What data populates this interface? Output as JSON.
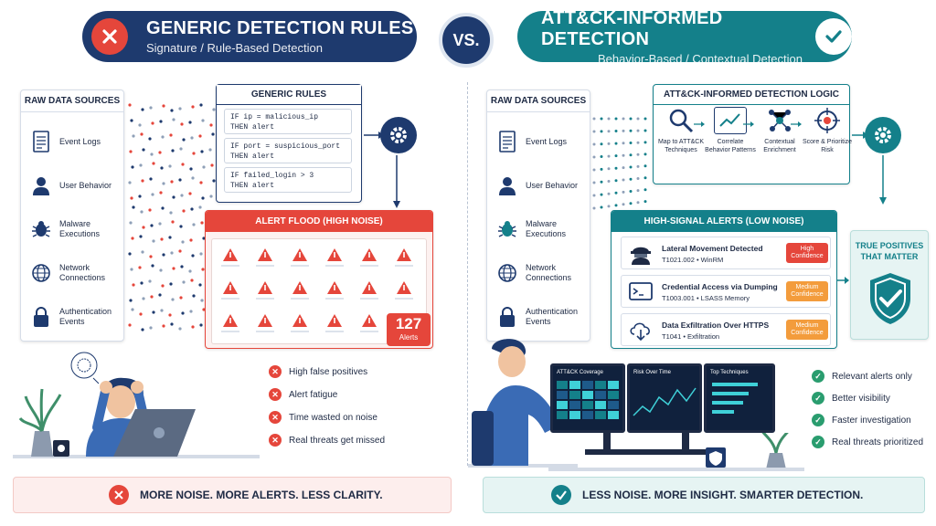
{
  "left": {
    "title": "GENERIC DETECTION RULES",
    "subtitle": "Signature / Rule-Based Detection",
    "sources_title": "RAW DATA SOURCES",
    "sources": [
      "Event Logs",
      "User Behavior",
      "Malware Executions",
      "Network Connections",
      "Authentication Events"
    ],
    "rules_title": "GENERIC RULES",
    "rules": [
      [
        "IF ip = malicious_ip",
        "THEN alert"
      ],
      [
        "IF port = suspicious_port",
        "THEN alert"
      ],
      [
        "IF failed_login > 3",
        "THEN alert"
      ]
    ],
    "flood_title": "ALERT FLOOD (HIGH NOISE)",
    "alert_count": "127",
    "alert_count_label": "Alerts",
    "problems": [
      "High false positives",
      "Alert fatigue",
      "Time wasted on noise",
      "Real threats get missed"
    ],
    "footer": "MORE NOISE. MORE ALERTS. LESS CLARITY."
  },
  "vs": "VS.",
  "right": {
    "title": "ATT&CK-INFORMED DETECTION",
    "subtitle": "Behavior-Based / Contextual Detection",
    "sources_title": "RAW DATA SOURCES",
    "sources": [
      "Event Logs",
      "User Behavior",
      "Malware Executions",
      "Network Connections",
      "Authentication Events"
    ],
    "logic_title": "ATT&CK-INFORMED DETECTION LOGIC",
    "steps": [
      "Map to ATT&CK Techniques",
      "Correlate Behavior Patterns",
      "Contextual Enrichment",
      "Score & Prioritize Risk"
    ],
    "alerts_title": "HIGH-SIGNAL ALERTS (LOW NOISE)",
    "alerts": [
      {
        "title": "Lateral Movement Detected",
        "sub": "T1021.002 • WinRM",
        "badge": "High Confidence"
      },
      {
        "title": "Credential Access via Dumping",
        "sub": "T1003.001 • LSASS Memory",
        "badge": "Medium Confidence"
      },
      {
        "title": "Data Exfiltration Over HTTPS",
        "sub": "T1041 • Exfiltration",
        "badge": "Medium Confidence"
      }
    ],
    "tp_title": "TRUE POSITIVES THAT MATTER",
    "monitors": [
      "ATT&CK Coverage",
      "Risk Over Time",
      "Top Techniques"
    ],
    "benefits": [
      "Relevant alerts only",
      "Better visibility",
      "Faster investigation",
      "Real threats prioritized"
    ],
    "footer": "LESS NOISE. MORE INSIGHT. SMARTER DETECTION."
  },
  "colors": {
    "navy": "#1e3a6e",
    "red": "#e5463b",
    "teal": "#14808a",
    "green": "#2a9d6f",
    "orange": "#f39c3c"
  }
}
